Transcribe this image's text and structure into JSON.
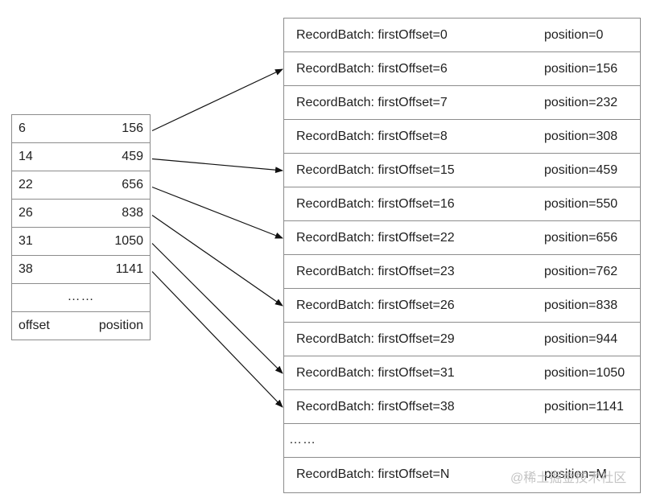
{
  "index": {
    "entries": [
      {
        "offset": "6",
        "position": "156"
      },
      {
        "offset": "14",
        "position": "459"
      },
      {
        "offset": "22",
        "position": "656"
      },
      {
        "offset": "26",
        "position": "838"
      },
      {
        "offset": "31",
        "position": "1050"
      },
      {
        "offset": "38",
        "position": "1141"
      }
    ],
    "ellipsis": "……",
    "header": {
      "offset": "offset",
      "position": "position"
    }
  },
  "log": {
    "batches": [
      {
        "label": "RecordBatch: firstOffset=0",
        "position": "position=0"
      },
      {
        "label": "RecordBatch: firstOffset=6",
        "position": "position=156"
      },
      {
        "label": "RecordBatch: firstOffset=7",
        "position": "position=232"
      },
      {
        "label": "RecordBatch: firstOffset=8",
        "position": "position=308"
      },
      {
        "label": "RecordBatch: firstOffset=15",
        "position": "position=459"
      },
      {
        "label": "RecordBatch: firstOffset=16",
        "position": "position=550"
      },
      {
        "label": "RecordBatch: firstOffset=22",
        "position": "position=656"
      },
      {
        "label": "RecordBatch: firstOffset=23",
        "position": "position=762"
      },
      {
        "label": "RecordBatch: firstOffset=26",
        "position": "position=838"
      },
      {
        "label": "RecordBatch: firstOffset=29",
        "position": "position=944"
      },
      {
        "label": "RecordBatch: firstOffset=31",
        "position": "position=1050"
      },
      {
        "label": "RecordBatch: firstOffset=38",
        "position": "position=1141"
      }
    ],
    "ellipsis": "……",
    "last": {
      "label": "RecordBatch: firstOffset=N",
      "position": "position=M"
    }
  },
  "arrows": [
    {
      "from_index_entry": 0,
      "to_log_batch": 1
    },
    {
      "from_index_entry": 1,
      "to_log_batch": 4
    },
    {
      "from_index_entry": 2,
      "to_log_batch": 6
    },
    {
      "from_index_entry": 3,
      "to_log_batch": 8
    },
    {
      "from_index_entry": 4,
      "to_log_batch": 10
    },
    {
      "from_index_entry": 5,
      "to_log_batch": 11
    }
  ],
  "watermark": "@稀土掘金技术社区",
  "colors": {
    "border": "#8c8c8c",
    "arrow": "#111111",
    "text": "#1f1f1f"
  }
}
